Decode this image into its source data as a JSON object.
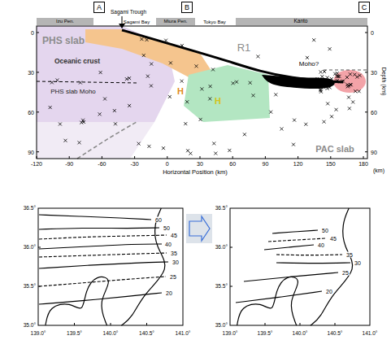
{
  "diagram": {
    "nodes": [
      {
        "text": [
          "A"
        ]
      },
      {
        "text": [
          "B"
        ]
      },
      {
        "text": [
          "C"
        ]
      }
    ],
    "labels": [
      "Izu Pen.",
      "Sagami Trough",
      "Sagami Bay",
      "Miura Pen.",
      "Tokyo Bay",
      "Kanto",
      "PHS slab",
      "Oceanic crust",
      "PHS slab Moho",
      "R1",
      "H",
      "H",
      "Moho?",
      "PAC slab",
      "0",
      "30",
      "60",
      "90",
      "Depth (km)",
      "0",
      "30",
      "60",
      "90",
      "-120",
      "-90",
      "-60",
      "-30",
      "0",
      "30",
      "60",
      "90",
      "120",
      "150",
      "180",
      "(km)",
      "Horizontal Position (km)",
      "60",
      "50",
      "45",
      "40",
      "35",
      "30",
      "25",
      "20",
      "50",
      "45",
      "40",
      "35",
      "30",
      "25",
      "20",
      "36.5°",
      "36.0°",
      "35.5°",
      "35.0°",
      "139.0°",
      "139.5°",
      "140.0°",
      "140.5°",
      "141.0°",
      "36.5°",
      "36.0°",
      "35.5°",
      "35.0°",
      "139.0°",
      "139.5°",
      "140.0°",
      "140.5°",
      "141.0°"
    ]
  }
}
